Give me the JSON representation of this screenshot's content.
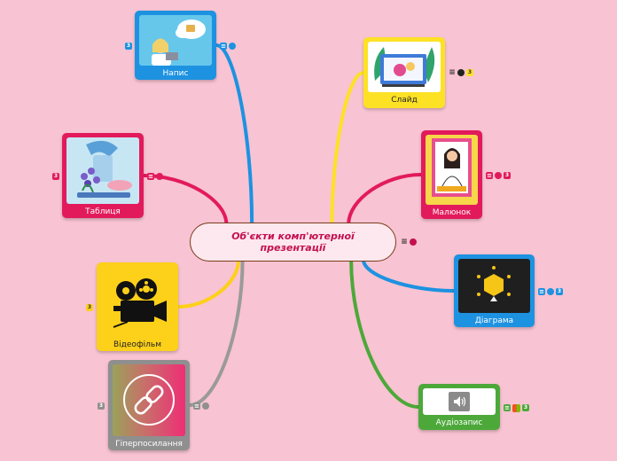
{
  "central": {
    "title": "Об'єкти комп'ютерної презентації"
  },
  "nodes": {
    "napys": {
      "label": "Напис",
      "color": "#1d92e1",
      "badge": "3"
    },
    "slide": {
      "label": "Слайд",
      "color": "#fde125",
      "badge": "3"
    },
    "tablytsia": {
      "label": "Таблиця",
      "color": "#e21a5c",
      "badge": "3"
    },
    "malyunok": {
      "label": "Малюнок",
      "color": "#e21a5c",
      "badge": "3"
    },
    "diagrama": {
      "label": "Діаграма",
      "color": "#1d92e1",
      "badge": "3"
    },
    "videofilm": {
      "label": "Відеофільм",
      "color": "#fdd01a",
      "badge": "3"
    },
    "hiperposyl": {
      "label": "Гіперпосилання",
      "color": "#8f8f8f",
      "badge": "3"
    },
    "audiozapys": {
      "label": "Аудіозапис",
      "color": "#4da83a",
      "badge": "3"
    }
  },
  "links": [
    {
      "to": "napys",
      "color": "#1d92e1"
    },
    {
      "to": "slide",
      "color": "#fde125"
    },
    {
      "to": "tablytsia",
      "color": "#e21a5c"
    },
    {
      "to": "malyunok",
      "color": "#e21a5c"
    },
    {
      "to": "diagrama",
      "color": "#1d92e1"
    },
    {
      "to": "videofilm",
      "color": "#fdd01a"
    },
    {
      "to": "hiperposyl",
      "color": "#9a9a9a"
    },
    {
      "to": "audiozapys",
      "color": "#4da83a"
    }
  ],
  "icons": {
    "notes": "notes-icon",
    "link": "link-icon",
    "badge": "count-badge",
    "office": "office-logo-icon",
    "speaker": "speaker-icon",
    "chain": "chain-link-icon",
    "camera": "film-camera-icon",
    "hexagon": "hexagon-diagram-icon"
  }
}
